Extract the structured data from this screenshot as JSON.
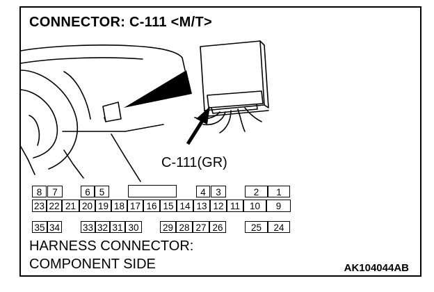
{
  "title": "CONNECTOR: C-111 <M/T>",
  "connector_label": "C-111(GR)",
  "footer": {
    "line1": "HARNESS CONNECTOR:",
    "line2": "COMPONENT SIDE"
  },
  "figure_id": "AK104044AB",
  "pins": {
    "row1": [
      "8",
      "7",
      "6",
      "5",
      "4",
      "3",
      "2",
      "1"
    ],
    "row2": [
      "23",
      "22",
      "21",
      "20",
      "19",
      "18",
      "17",
      "16",
      "15",
      "14",
      "13",
      "12",
      "11",
      "10",
      "9"
    ],
    "row3": [
      "35",
      "34",
      "33",
      "32",
      "31",
      "30",
      "29",
      "28",
      "27",
      "26",
      "25",
      "24"
    ]
  }
}
